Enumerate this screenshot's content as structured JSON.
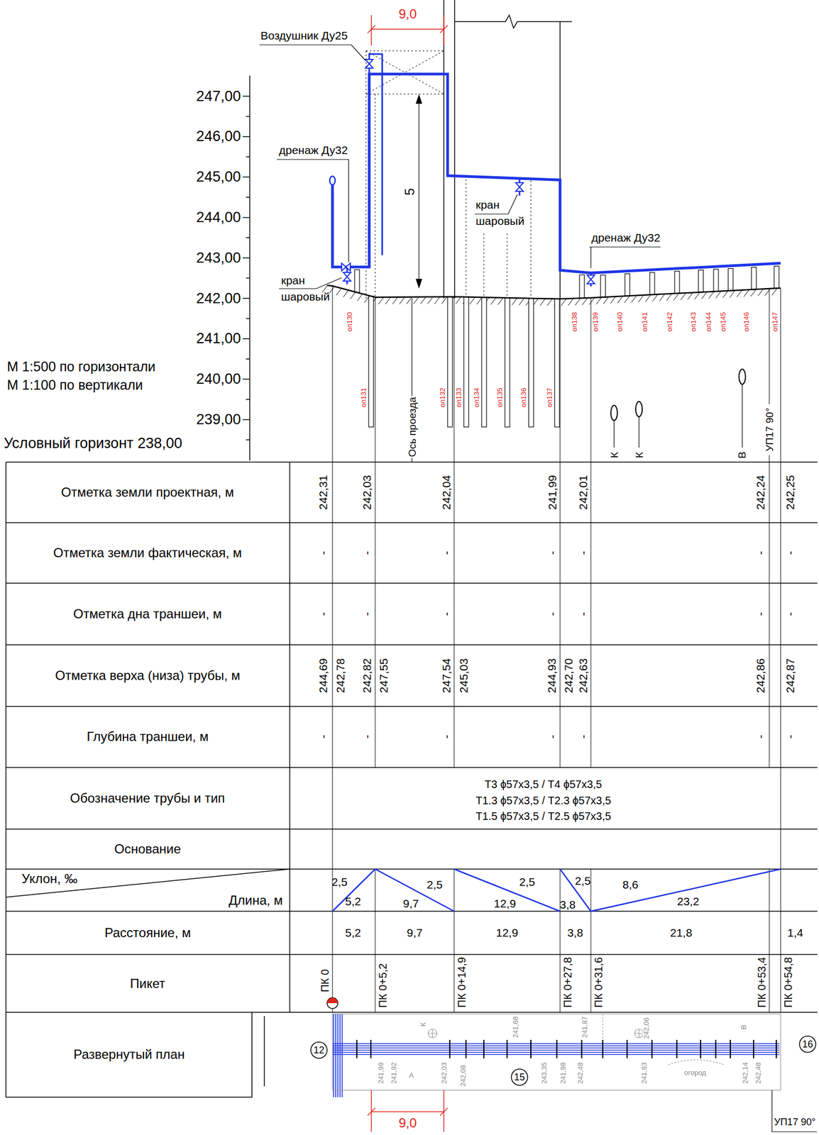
{
  "diagram": {
    "labels": [
      "9,0",
      "Воздушник Ду25",
      "дренаж Ду32",
      "5",
      "кран шаровый",
      "кран шаровый",
      "дренаж Ду32",
      "247,00",
      "246,00",
      "245,00",
      "244,00",
      "243,00",
      "242,00",
      "241,00",
      "240,00",
      "239,00",
      "М 1:500 по горизонтали",
      "М 1:100 по вертикали",
      "Условный горизонт 238,00",
      "оп130",
      "оп131",
      "оп132",
      "оп133",
      "оп134",
      "оп135",
      "оп136",
      "оп137",
      "оп138",
      "оп139",
      "оп140",
      "оп141",
      "оп142",
      "оп143",
      "оп144",
      "оп145",
      "оп146",
      "оп147",
      "Ось проезда",
      "К",
      "К",
      "В",
      "УП17 90°",
      "Отметка земли проектная, м",
      "Отметка земли фактическая, м",
      "Отметка дна траншеи, м",
      "Отметка верха (низа) трубы, м",
      "Глубина траншеи, м",
      "Обозначение трубы и тип",
      "Основание",
      "Уклон, ‰",
      "Длина, м",
      "Расстояние, м",
      "Пикет",
      "Развернутый план",
      "242,31",
      "242,03",
      "242,04",
      "241,99",
      "242,01",
      "242,24",
      "242,25",
      "-",
      "-",
      "-",
      "-",
      "-",
      "-",
      "-",
      "-",
      "-",
      "-",
      "-",
      "-",
      "-",
      "-",
      "244,69",
      "242,78",
      "242,82",
      "247,55",
      "247,54",
      "245,03",
      "244,93",
      "242,70",
      "242,63",
      "242,86",
      "242,87",
      "-",
      "-",
      "-",
      "-",
      "-",
      "-",
      "-",
      "Т3 ϕ57х3,5 / Т4 ϕ57х3,5",
      "Т1.3 ϕ57х3,5 / Т2.3 ϕ57х3,5",
      "Т1.5 ϕ57х3,5 / Т2.5 ϕ57х3,5",
      "2,5",
      "5,2",
      "9,7",
      "2,5",
      "2,5",
      "12,9",
      "2,5",
      "3,8",
      "8,6",
      "23,2",
      "5,2",
      "9,7",
      "12,9",
      "3,8",
      "21,8",
      "1,4",
      "ПК 0",
      "ПК 0+5,2",
      "ПК 0+14,9",
      "ПК 0+27,8",
      "ПК 0+31,6",
      "ПК 0+53,4",
      "ПК 0+54,8",
      "12",
      "15",
      "16",
      "9,0",
      "УП17 90°",
      "241,99",
      "241,92",
      "242,03",
      "242,08",
      "243,35",
      "241,98",
      "242,48",
      "241,93",
      "242,14",
      "242,48",
      "241,68",
      "241,87",
      "242,06",
      "огород",
      "А",
      "К",
      "В"
    ]
  }
}
